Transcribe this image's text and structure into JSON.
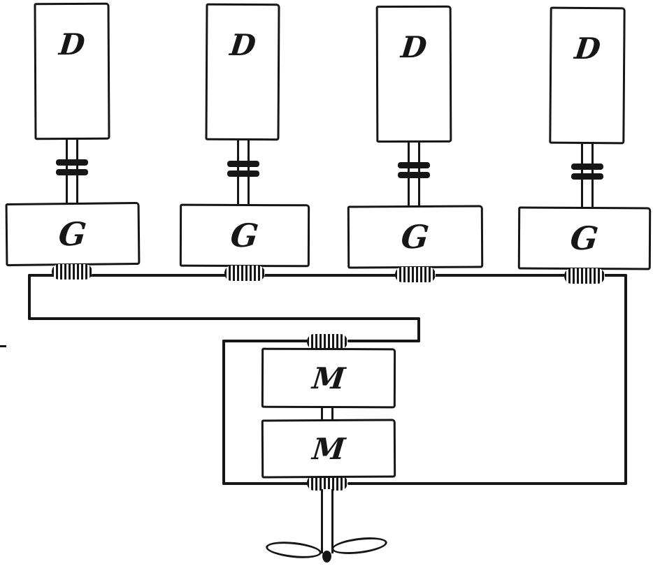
{
  "colors": {
    "ink": "#161616",
    "background": "#ffffff"
  },
  "diagram": {
    "engines": [
      {
        "label": "D"
      },
      {
        "label": "D"
      },
      {
        "label": "D"
      },
      {
        "label": "D"
      }
    ],
    "generators": [
      {
        "label": "G"
      },
      {
        "label": "G"
      },
      {
        "label": "G"
      },
      {
        "label": "G"
      }
    ],
    "motors": [
      {
        "label": "M"
      },
      {
        "label": "M"
      }
    ]
  }
}
